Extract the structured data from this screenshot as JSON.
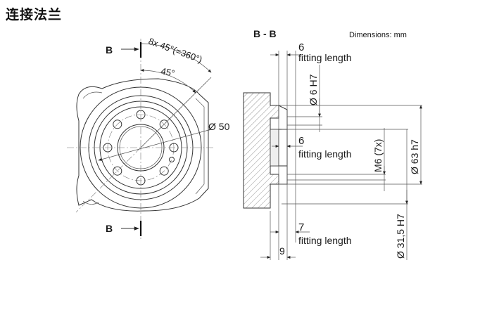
{
  "page": {
    "title": "连接法兰"
  },
  "units_note": "Dimensions: mm",
  "front_view": {
    "section_marker_top": "B",
    "section_marker_bottom": "B",
    "angle_total": "8x 45°(=360°)",
    "angle_single": "45°",
    "diameter_pitch": "Ø 50"
  },
  "section_view": {
    "label": "B - B",
    "top_fit_value": "6",
    "top_fit_text": "fitting length",
    "hole_dia": "Ø 6 H7",
    "middle_fit_value": "6",
    "middle_fit_text": "fitting length",
    "thread": "M6 (7x)",
    "outer_dia": "Ø 63 h7",
    "bottom_fit_value": "7",
    "bottom_fit_text": "fitting length",
    "inner_dia": "Ø 31,5 H7",
    "depth": "9"
  }
}
